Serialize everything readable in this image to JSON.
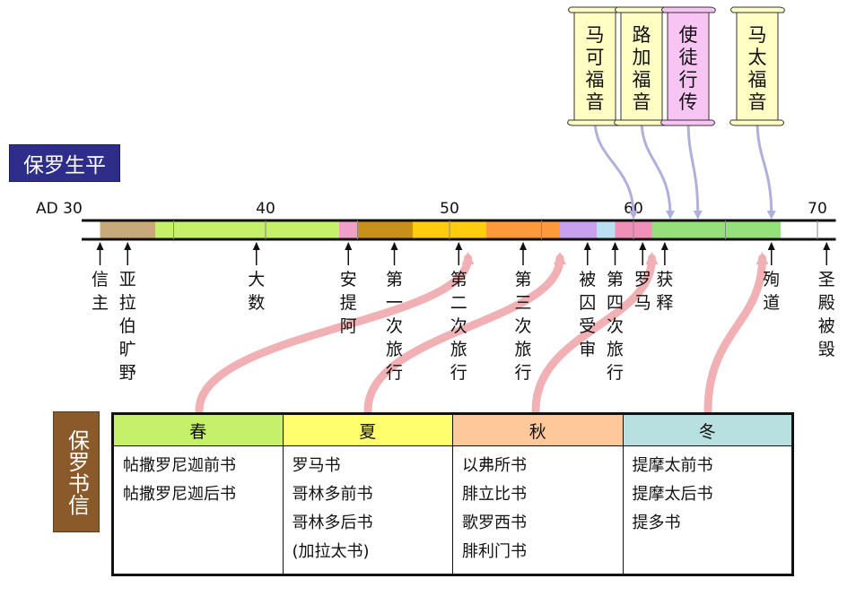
{
  "title": "保罗生平",
  "letters_title": "保罗书信",
  "timeline": {
    "start_year": 30,
    "end_year": 71,
    "tick_labels": [
      {
        "year": 30,
        "text": "AD 30"
      },
      {
        "year": 40,
        "text": "40"
      },
      {
        "year": 50,
        "text": "50"
      },
      {
        "year": 60,
        "text": "60"
      },
      {
        "year": 70,
        "text": "70"
      }
    ],
    "segments": [
      {
        "from": 31,
        "to": 34,
        "color": "#c8a97a"
      },
      {
        "from": 34,
        "to": 44,
        "color": "#c4f06a"
      },
      {
        "from": 44,
        "to": 45,
        "color": "#f0a0c8"
      },
      {
        "from": 45,
        "to": 48,
        "color": "#c8901a"
      },
      {
        "from": 48,
        "to": 52,
        "color": "#ffcc10"
      },
      {
        "from": 52,
        "to": 56,
        "color": "#ff9a3c"
      },
      {
        "from": 56,
        "to": 58,
        "color": "#c8a0f0"
      },
      {
        "from": 58,
        "to": 59,
        "color": "#b8e0f0"
      },
      {
        "from": 59,
        "to": 61,
        "color": "#f090b8"
      },
      {
        "from": 61,
        "to": 68,
        "color": "#96e07c"
      }
    ],
    "events": [
      {
        "year": 31,
        "text": "信主"
      },
      {
        "year": 32.5,
        "text": "亚拉伯旷野"
      },
      {
        "year": 39.5,
        "text": "大数"
      },
      {
        "year": 44.5,
        "text": "安提阿"
      },
      {
        "year": 47,
        "text": "第一次旅行"
      },
      {
        "year": 50.5,
        "text": "第二次旅行"
      },
      {
        "year": 54,
        "text": "第三次旅行"
      },
      {
        "year": 57.5,
        "text": "被囚受审"
      },
      {
        "year": 59,
        "text": "第四次旅行"
      },
      {
        "year": 60.5,
        "text": "罗马"
      },
      {
        "year": 61.7,
        "text": "获释"
      },
      {
        "year": 67.5,
        "text": "殉道"
      },
      {
        "year": 70.5,
        "text": "圣殿被毁"
      }
    ]
  },
  "gospels": [
    {
      "text": "马可福音",
      "color": "#ffffc4",
      "year": 60
    },
    {
      "text": "路加福音",
      "color": "#ffffc4",
      "year": 62
    },
    {
      "text": "使徒行传",
      "color": "#f8c4f4",
      "year": 63.5
    },
    {
      "text": "马太福音",
      "color": "#ffffc4",
      "year": 67.5
    }
  ],
  "letter_groups": [
    {
      "season": "春",
      "color": "#c4f06a",
      "letters": [
        "帖撒罗尼迦前书",
        "帖撒罗尼迦后书"
      ],
      "target_year": 51
    },
    {
      "season": "夏",
      "color": "#ffff6e",
      "letters": [
        "罗马书",
        "哥林多前书",
        "哥林多后书",
        "(加拉太书)"
      ],
      "target_year": 56
    },
    {
      "season": "秋",
      "color": "#ffc89a",
      "letters": [
        "以弗所书",
        "腓立比书",
        "歌罗西书",
        "腓利门书"
      ],
      "target_year": 61
    },
    {
      "season": "冬",
      "color": "#b8e0e0",
      "letters": [
        "提摩太前书",
        "提摩太后书",
        "提多书"
      ],
      "target_year": 67
    }
  ]
}
